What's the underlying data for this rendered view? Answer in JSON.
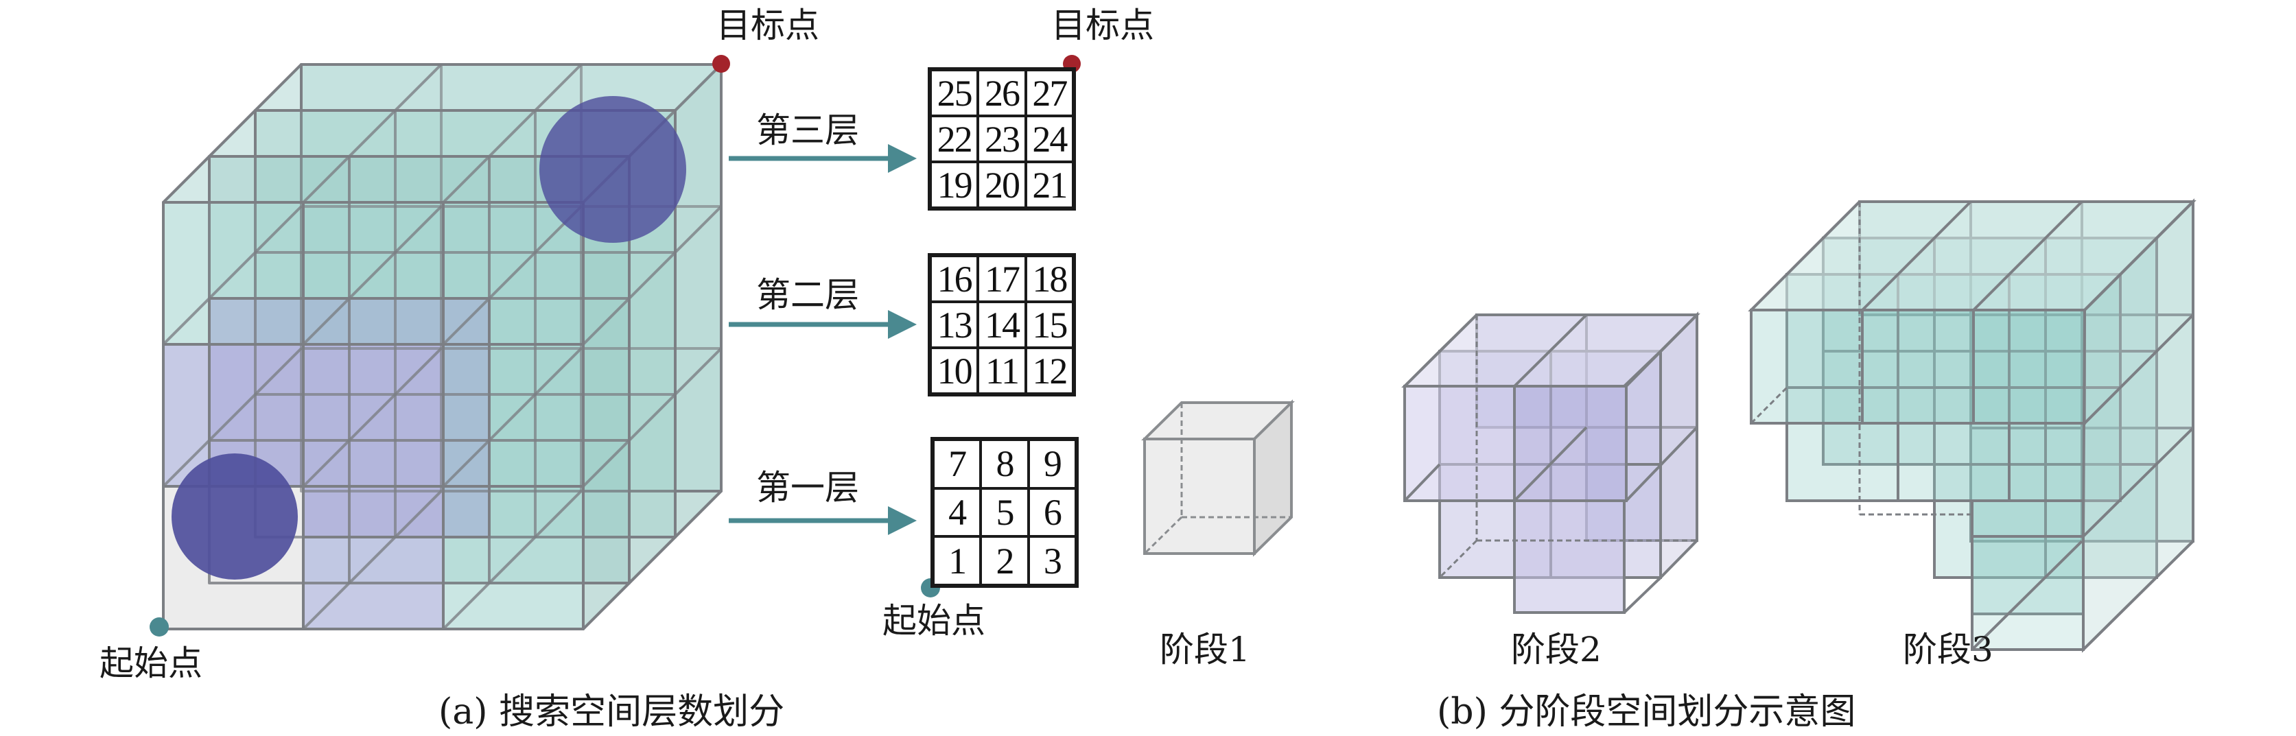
{
  "panel_a": {
    "caption": "(a) 搜索空间层数划分",
    "target_label_cube": "目标点",
    "target_label_grid": "目标点",
    "start_label_cube": "起始点",
    "start_label_grid": "起始点",
    "layers": [
      {
        "label": "第三层",
        "cells": [
          [
            "25",
            "26",
            "27"
          ],
          [
            "22",
            "23",
            "24"
          ],
          [
            "19",
            "20",
            "21"
          ]
        ]
      },
      {
        "label": "第二层",
        "cells": [
          [
            "16",
            "17",
            "18"
          ],
          [
            "13",
            "14",
            "15"
          ],
          [
            "10",
            "11",
            "12"
          ]
        ]
      },
      {
        "label": "第一层",
        "cells": [
          [
            "7",
            "8",
            "9"
          ],
          [
            "4",
            "5",
            "6"
          ],
          [
            "1",
            "2",
            "3"
          ]
        ]
      }
    ]
  },
  "panel_b": {
    "caption": "(b) 分阶段空间划分示意图",
    "stages": [
      {
        "label": "阶段1"
      },
      {
        "label": "阶段2"
      },
      {
        "label": "阶段3"
      }
    ]
  },
  "colors": {
    "target_point": "#a3232b",
    "start_point": "#4a8990",
    "arrow": "#4a8990",
    "teal_cube": "#8ccac4",
    "purple_cube": "#b9b6dd",
    "gray_cube": "#e8e8e8",
    "sphere": "#4f4f9c",
    "edge": "#7c7f84"
  }
}
